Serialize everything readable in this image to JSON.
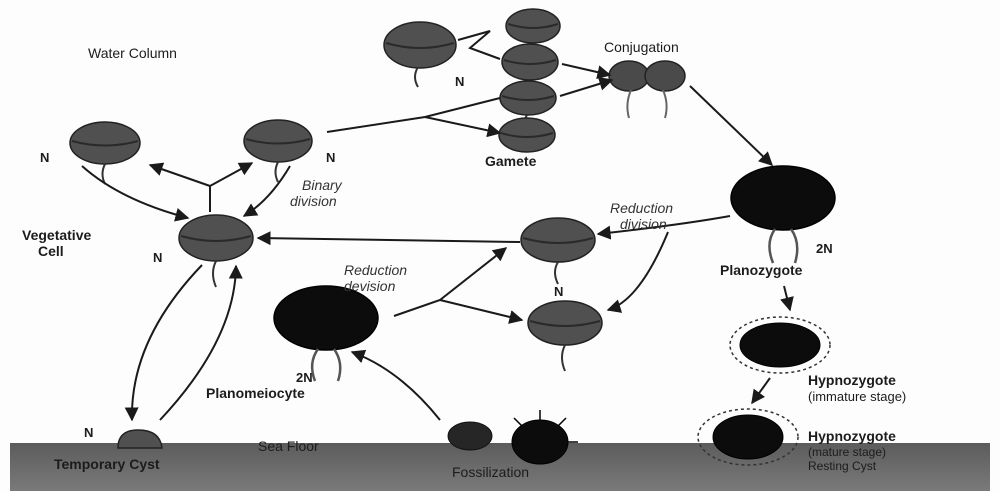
{
  "labels": {
    "water_column": "Water Column",
    "conjugation": "Conjugation",
    "gamete": "Gamete",
    "binary_division_1": "Binary",
    "binary_division_2": "division",
    "vegetative_cell_1": "Vegetative",
    "vegetative_cell_2": "Cell",
    "reduction_division_1": "Reduction",
    "reduction_division_2": "division",
    "reduction_devision_1": "Reduction",
    "reduction_devision_2": "devision",
    "planozygote": "Planozygote",
    "planomeiocyte": "Planomeiocyte",
    "hypnozygote_immature": "Hypnozygote",
    "immature_stage": "(immature stage)",
    "hypnozygote_mature": "Hypnozygote",
    "mature_stage": "(mature stage)",
    "resting_cyst": "Resting Cyst",
    "sea_floor": "Sea Floor",
    "temporary_cyst": "Temporary Cyst",
    "fossilization": "Fossilization"
  },
  "ploidy": {
    "haploid": "N",
    "diploid": "2N"
  },
  "colors": {
    "cell": "#505050",
    "dark_cell": "#0c0c0c",
    "sea_floor": "#6a6a6a",
    "arrow": "#1a1a1a"
  }
}
